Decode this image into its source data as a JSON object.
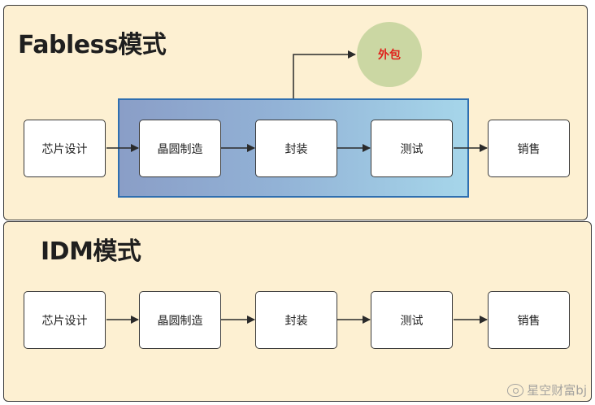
{
  "fabless": {
    "title": "Fabless模式",
    "outsource_label": "外包",
    "steps": [
      "芯片设计",
      "晶圆制造",
      "封装",
      "测试",
      "销售"
    ]
  },
  "idm": {
    "title": "IDM模式",
    "steps": [
      "芯片设计",
      "晶圆制造",
      "封装",
      "测试",
      "销售"
    ]
  },
  "watermark": "星空财富bj",
  "colors": {
    "panel_bg": "#fdf0d2",
    "highlight_border": "#2f6fb0",
    "outsource_circle": "#cbd7a3",
    "outsource_text": "#e0201a"
  }
}
